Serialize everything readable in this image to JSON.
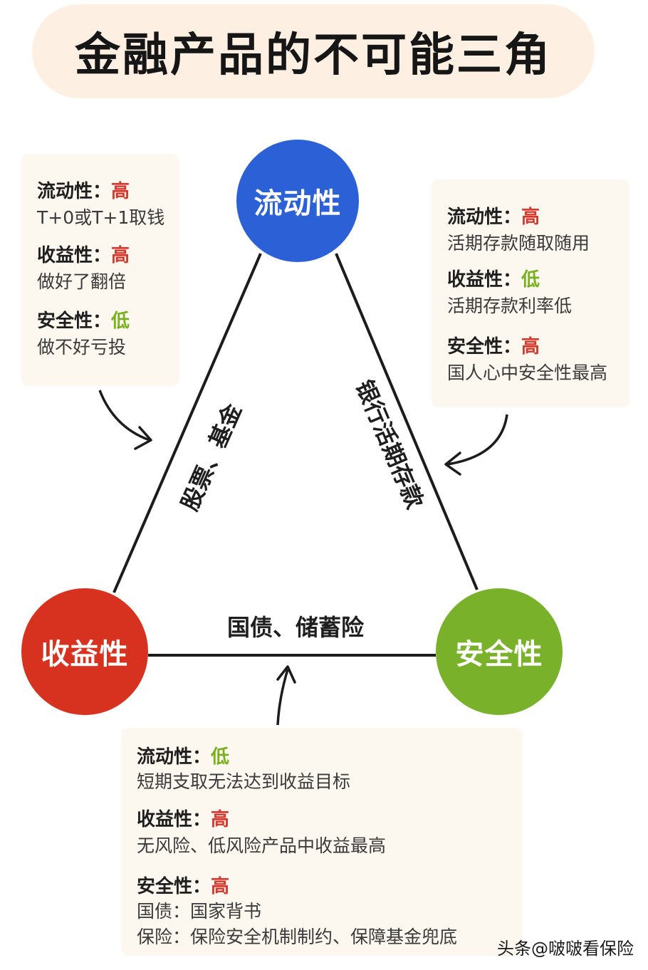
{
  "title": "金融产品的不可能三角",
  "nodes": {
    "liquidity": "流动性",
    "yield": "收益性",
    "safety": "安全性"
  },
  "edges": {
    "left": "股票、基金",
    "right": "银行活期存款",
    "bottom": "国债、储蓄险"
  },
  "cards": {
    "left": {
      "rows": [
        {
          "label": "流动性：",
          "level": "高",
          "desc": "T+0或T+1取钱"
        },
        {
          "label": "收益性：",
          "level": "高",
          "desc": "做好了翻倍"
        },
        {
          "label": "安全性：",
          "level": "低",
          "desc": "做不好亏投"
        }
      ]
    },
    "right": {
      "rows": [
        {
          "label": "流动性：",
          "level": "高",
          "desc": "活期存款随取随用"
        },
        {
          "label": "收益性：",
          "level": "低",
          "desc": "活期存款利率低"
        },
        {
          "label": "安全性：",
          "level": "高",
          "desc": "国人心中安全性最高"
        }
      ]
    },
    "bottom": {
      "rows": [
        {
          "label": "流动性：",
          "level": "低",
          "desc": "短期支取无法达到收益目标"
        },
        {
          "label": "收益性：",
          "level": "高",
          "desc": "无风险、低风险产品中收益最高"
        },
        {
          "label": "安全性：",
          "level": "高",
          "desc": "国债：国家背书",
          "desc2": "保险：保险安全机制制约、保障基金兜底"
        }
      ]
    }
  },
  "watermark": "头条@啵啵看保险",
  "colors": {
    "liquidity": "#2b60d6",
    "yield": "#d6321f",
    "safety": "#79b12a",
    "high": "#d8362a",
    "low": "#78b020"
  }
}
